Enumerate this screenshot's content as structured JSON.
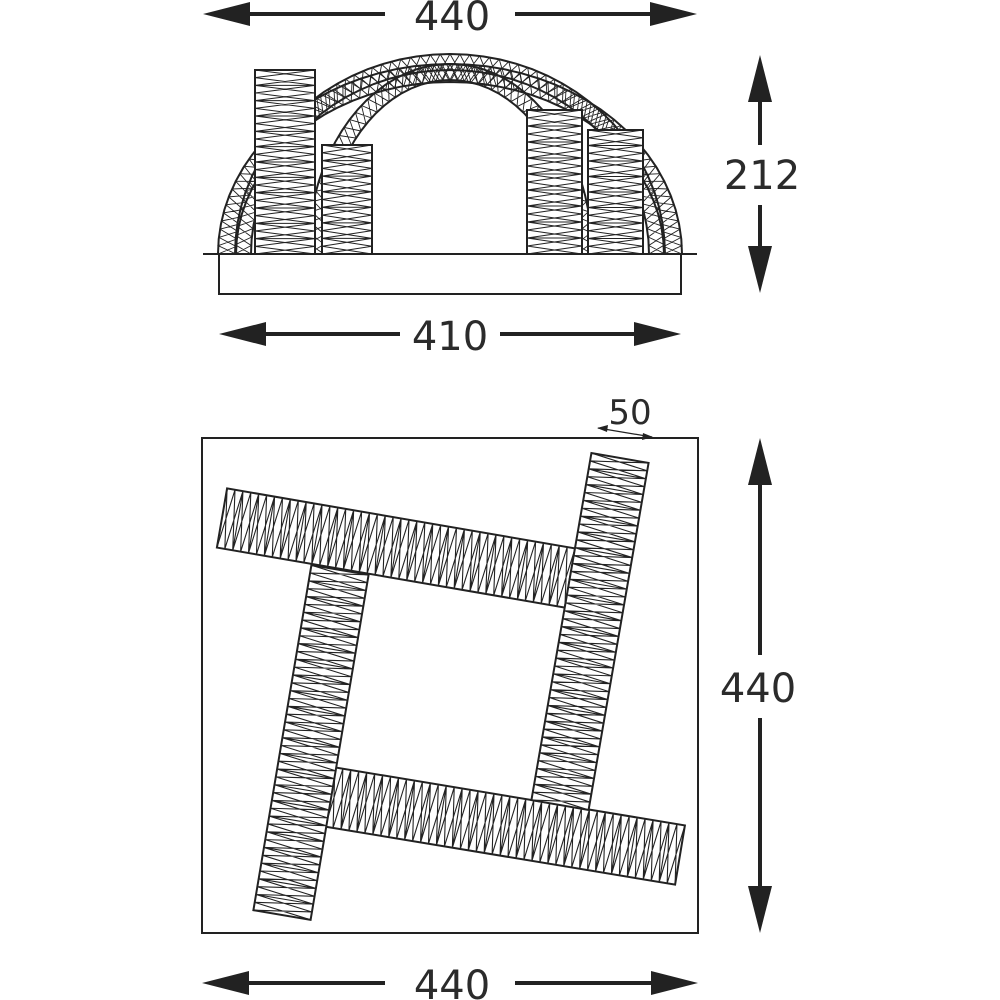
{
  "dimensions": {
    "side_top_width": "440",
    "side_height": "212",
    "side_base_width": "410",
    "band_width": "50",
    "plan_height": "440",
    "plan_width": "440"
  },
  "colors": {
    "line": "#222222",
    "background": "#ffffff"
  }
}
